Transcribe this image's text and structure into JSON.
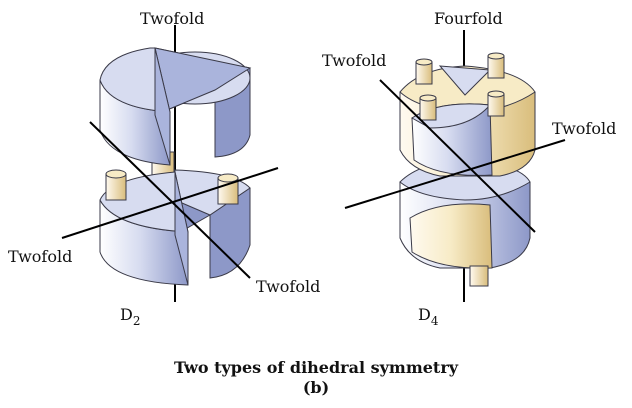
{
  "diagram": {
    "caption": "Two types of dihedral symmetry",
    "panel_label": "(b)",
    "left": {
      "label": "D",
      "subscript": "2",
      "axes": [
        {
          "name": "top",
          "text": "Twofold"
        },
        {
          "name": "left",
          "text": "Twofold"
        },
        {
          "name": "right",
          "text": "Twofold"
        }
      ]
    },
    "right": {
      "label": "D",
      "subscript": "4",
      "axes": [
        {
          "name": "top",
          "text": "Fourfold"
        },
        {
          "name": "left",
          "text": "Twofold"
        },
        {
          "name": "right",
          "text": "Twofold"
        }
      ]
    }
  },
  "colors": {
    "blue_light": "#d7dcf0",
    "blue_mid": "#aab4dc",
    "blue_dark": "#8d98c8",
    "yellow_light": "#f7ebc6",
    "yellow_mid": "#ead29a",
    "yellow_dark": "#d9bd7c",
    "outline": "#3a3a48",
    "axis": "#000000"
  }
}
